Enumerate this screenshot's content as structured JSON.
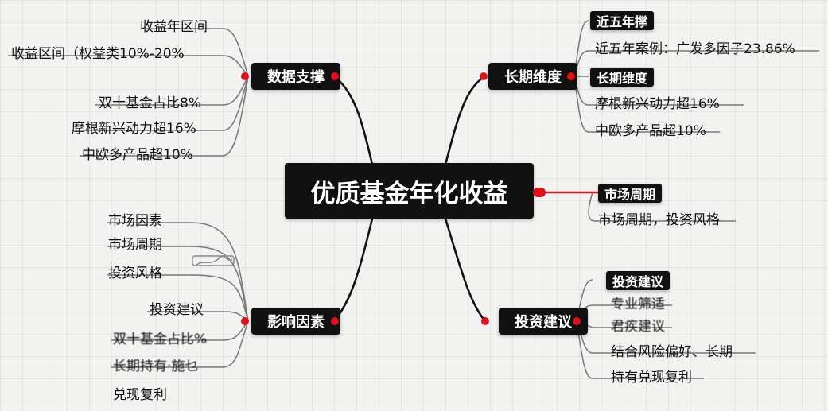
{
  "center": {
    "label": "优质基金年化收益"
  },
  "branches": {
    "data_support": {
      "label": "数据支撑",
      "leaves": [
        "收益年区间",
        "收益区间（权益类10%-20%",
        "双十基金占比8%",
        "摩根新兴动力超16%",
        "中欧多产品超10%"
      ]
    },
    "long_term": {
      "label": "长期维度",
      "tag1": "近五年撑",
      "leaf1": "近五年案例：广发多因子23.86%",
      "tag2": "长期维度",
      "leaf2": "摩根新兴动力超16%",
      "leaf3": "中欧多产品超10%"
    },
    "market_cycle": {
      "label": "市场周期",
      "leaf": "市场周期，投资风格"
    },
    "influence": {
      "label": "影响因素",
      "leaves_top": [
        "市场因素",
        "市场周期",
        "投资风格"
      ],
      "leaves_bottom": [
        "投资建议",
        "双十基金占比%",
        "长期持有·施乜",
        "兑现复利"
      ]
    },
    "invest_advice": {
      "label": "投资建议",
      "tag": "投资建议",
      "leaves": [
        "专业筛适",
        "君疾建议",
        "结合风险偏好、长期",
        "持有兑现复利"
      ]
    }
  },
  "colors": {
    "node_bg": "#111111",
    "accent": "#e0101a",
    "line": "#111111",
    "leaf_line": "#777777"
  }
}
